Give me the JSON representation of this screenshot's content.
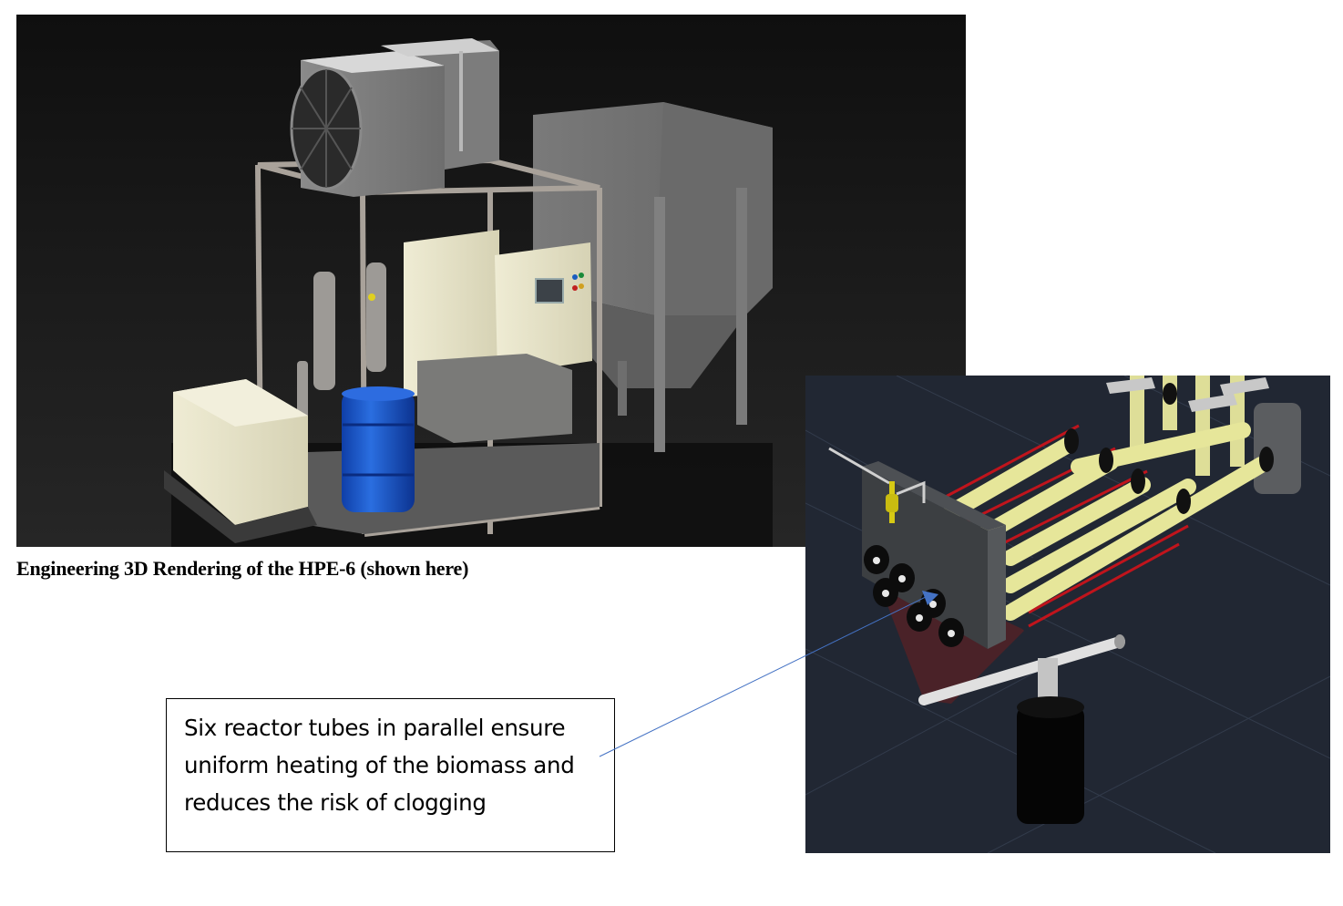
{
  "figures": {
    "main_render": {
      "subject": "HPE-6 system 3D engineering rendering",
      "components": [
        "radiator-fan-unit",
        "heat-exchanger-unit",
        "steel-frame",
        "feed-hopper",
        "control-panel",
        "electrical-cabinet",
        "generator-enclosure",
        "blue-drum",
        "filter-columns",
        "reactor-assembly",
        "diamond-plate-floor"
      ]
    },
    "detail_render": {
      "subject": "Reactor tube manifold CAD view",
      "tube_count": 6
    }
  },
  "caption": "Engineering 3D Rendering of the HPE-6 (shown here)",
  "callout": {
    "lines": [
      "Six reactor tubes in parallel ensure",
      "uniform heating of the biomass and",
      "reduces the risk of clogging"
    ]
  },
  "colors": {
    "leader_line": "#4472c4",
    "tube_yellow": "#e6e69a",
    "heater_red": "#c0141c",
    "barrel_blue": "#1f5fd0",
    "cabinet_cream": "#e8e5c8"
  }
}
